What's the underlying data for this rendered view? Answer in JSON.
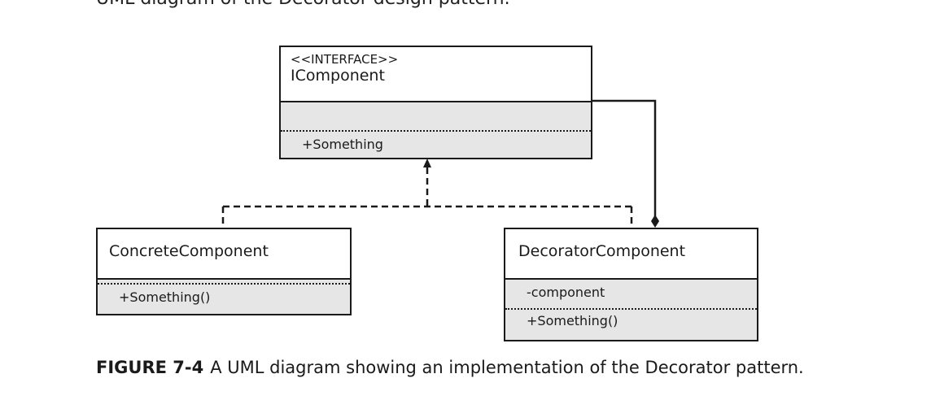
{
  "intro_text": "UML diagram of the Decorator design pattern.",
  "interface_box": {
    "stereotype": "<<INTERFACE>>",
    "name": "IComponent",
    "operation": "+Something"
  },
  "concrete_box": {
    "name": "ConcreteComponent",
    "operation": "+Something()"
  },
  "decorator_box": {
    "name": "DecoratorComponent",
    "attribute": "-component",
    "operation": "+Something()"
  },
  "caption": {
    "label": "FIGURE 7-4",
    "text": "A UML diagram showing an implementation of the Decorator pattern."
  }
}
